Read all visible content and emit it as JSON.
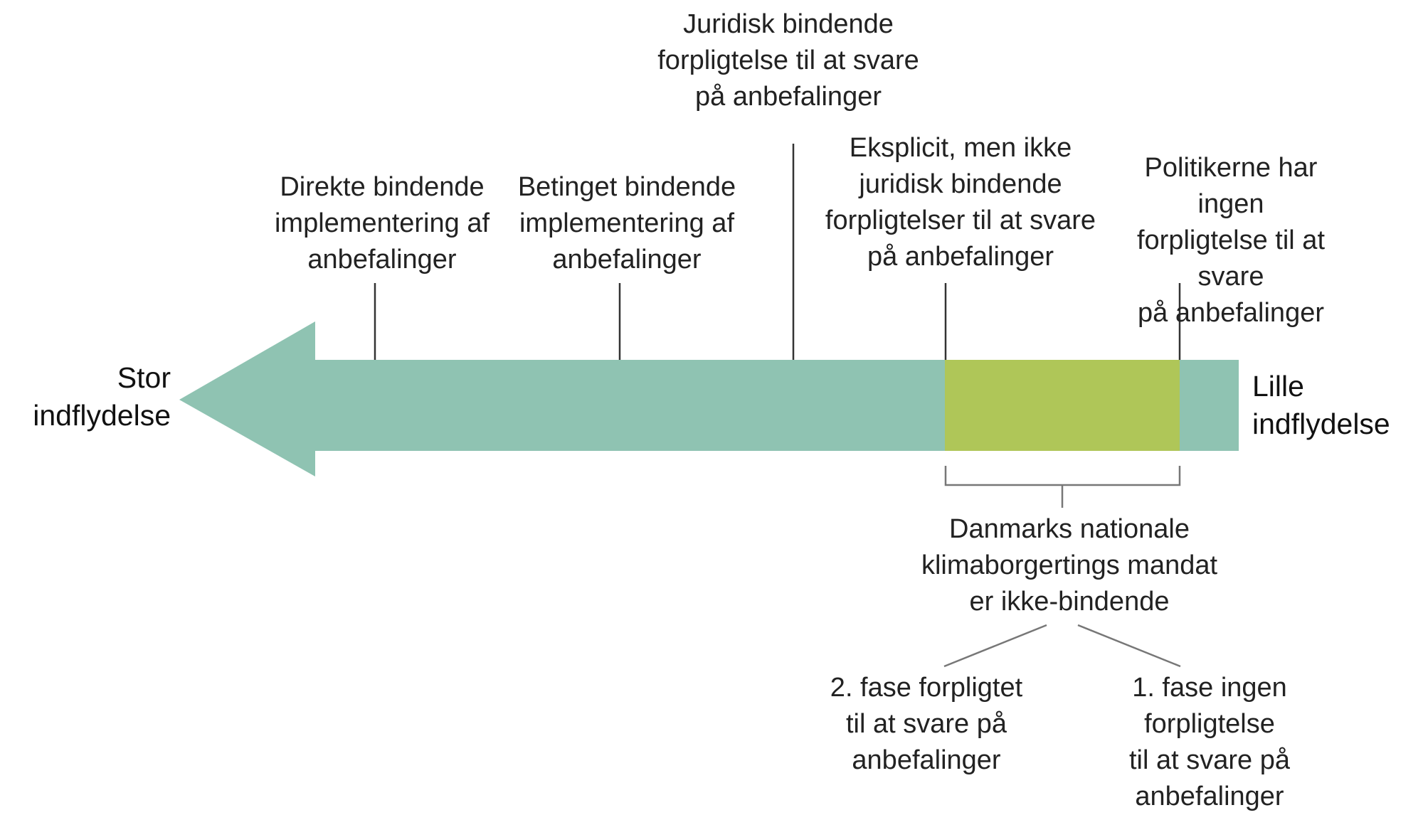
{
  "colors": {
    "arrow": "#8fc3b2",
    "highlight": "#afc658",
    "line": "#333333",
    "connector": "#777777"
  },
  "ends": {
    "left": "Stor\nindflydelse",
    "right": "Lille\nindflydelse"
  },
  "levels": [
    "Direkte bindende\nimplementering af\nanbefalinger",
    "Betinget bindende\nimplementering af\nanbefalinger",
    "Juridisk bindende\nforpligtelse til at svare\npå anbefalinger",
    "Eksplicit, men ikke\njuridisk bindende\nforpligtelser til at svare\npå anbefalinger",
    "Politikerne har ingen\nforpligtelse til at svare\npå anbefalinger"
  ],
  "mandate": {
    "label": "Danmarks nationale\nklimaborgertings mandat\ner ikke-bindende",
    "phases": [
      "2. fase forpligtet\ntil at svare på\nanbefalinger",
      "1. fase ingen forpligtelse\ntil at svare på\nanbefalinger"
    ]
  }
}
